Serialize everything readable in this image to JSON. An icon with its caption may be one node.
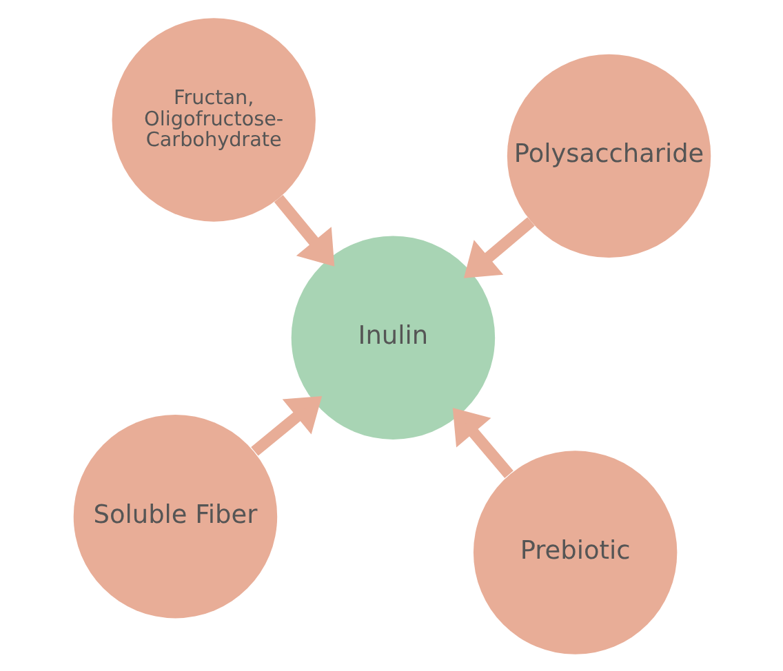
{
  "diagram": {
    "nodes": [
      {
        "text": [
          "Soluble Fiber"
        ]
      },
      {
        "text": [
          "Prebiotic"
        ]
      },
      {
        "text": [
          "Inulin"
        ]
      },
      {
        "text": [
          "Fructan, Oligofructose-Carbohydrate"
        ]
      },
      {
        "text": [
          "Polysaccharide"
        ]
      }
    ],
    "edges": [
      {
        "from": 0,
        "to": 2,
        "arrow": "to"
      },
      {
        "from": 1,
        "to": 2,
        "arrow": "to"
      },
      {
        "from": 3,
        "to": 2,
        "arrow": "to"
      },
      {
        "from": 4,
        "to": 2,
        "arrow": "to"
      }
    ]
  }
}
